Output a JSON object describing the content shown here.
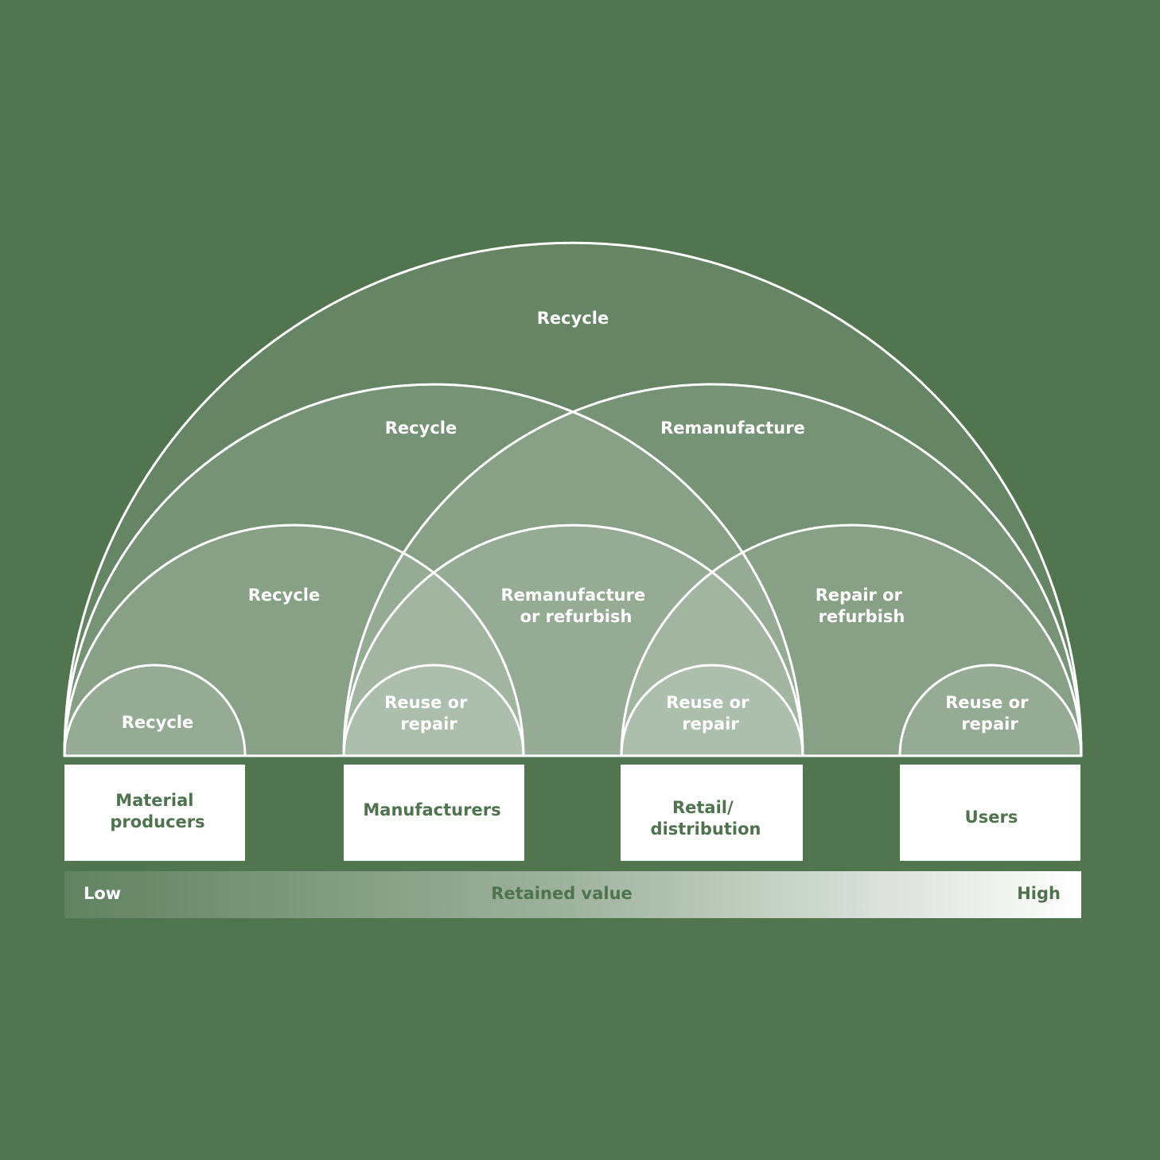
{
  "colors": {
    "background": "#50754f",
    "stage_box": "#ffffff",
    "stage_text": "#4f734e",
    "arc_line": "#ffffff",
    "arc_text": "#ffffff"
  },
  "arcs": {
    "outer": {
      "label": [
        "Recycle"
      ]
    },
    "producers_to_retail": {
      "label": [
        "Recycle"
      ]
    },
    "manufacturers_to_users": {
      "label": [
        "Remanufacture"
      ]
    },
    "producers_to_manufacturers": {
      "label": [
        "Recycle"
      ]
    },
    "manufacturers_to_retail": {
      "label": [
        "Remanufacture",
        "or refurbish"
      ]
    },
    "retail_to_users": {
      "label": [
        "Repair or",
        "refurbish"
      ]
    },
    "producers_loop": {
      "label": [
        "Recycle"
      ]
    },
    "manufacturers_loop": {
      "label": [
        "Reuse or",
        "repair"
      ]
    },
    "retail_loop": {
      "label": [
        "Reuse or",
        "repair"
      ]
    },
    "users_loop": {
      "label": [
        "Reuse or",
        "repair"
      ]
    }
  },
  "stages": [
    {
      "label": [
        "Material",
        "producers"
      ]
    },
    {
      "label": [
        "Manufacturers"
      ]
    },
    {
      "label": [
        "Retail/",
        "distribution"
      ]
    },
    {
      "label": [
        "Users"
      ]
    }
  ],
  "scale": {
    "low": "Low",
    "title": "Retained value",
    "high": "High"
  }
}
